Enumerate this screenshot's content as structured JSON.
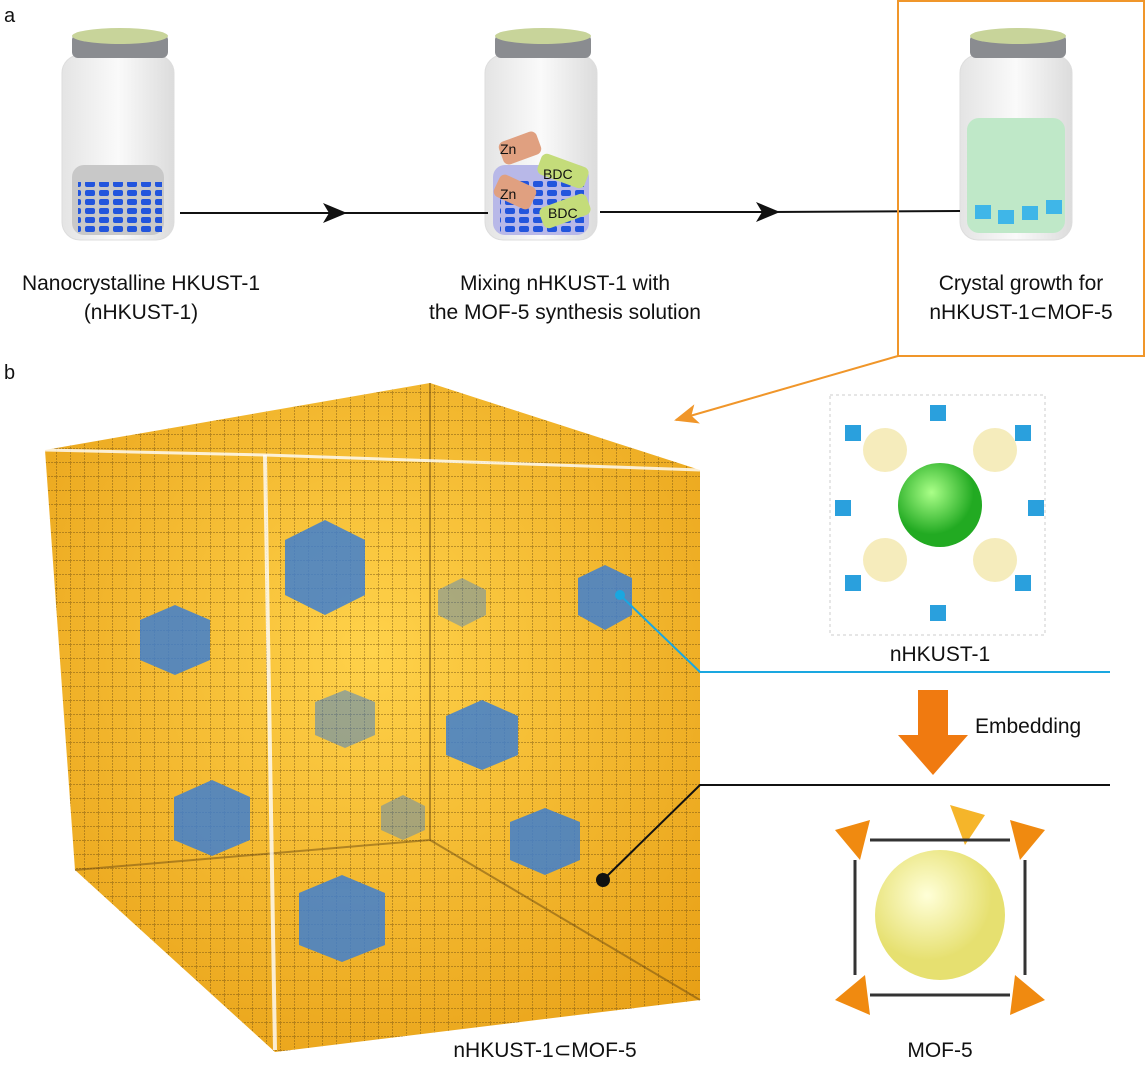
{
  "panel_a": {
    "label": "a",
    "steps": [
      {
        "line1": "Nanocrystalline HKUST-1",
        "line2": "(nHKUST-1)"
      },
      {
        "line1": "Mixing nHKUST-1 with",
        "line2": "the MOF-5 synthesis solution",
        "reagents": [
          "Zn",
          "BDC",
          "Zn",
          "BDC"
        ]
      },
      {
        "line1": "Crystal growth for",
        "line2": "nHKUST-1⊂MOF-5"
      }
    ]
  },
  "panel_b": {
    "label": "b",
    "composite_label": "nHKUST-1⊂MOF-5",
    "guest_label": "nHKUST-1",
    "host_label": "MOF-5",
    "process_label": "Embedding"
  },
  "colors": {
    "highlight": "#f0962a",
    "guest": "#3e7fd0",
    "host": "#f5b52a",
    "link_blue": "#1aa7e0"
  }
}
